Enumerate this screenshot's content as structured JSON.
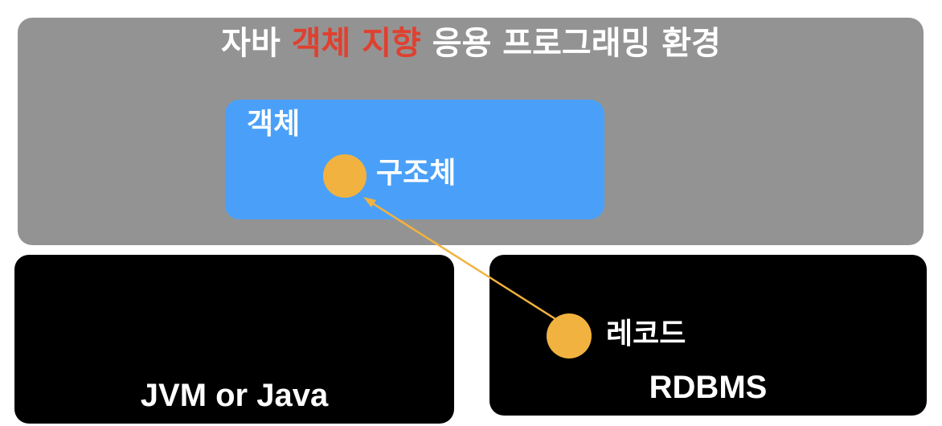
{
  "environment": {
    "title_part1": "자바 ",
    "title_highlight": "객체 지향",
    "title_part2": " 응용 프로그래밍 환경"
  },
  "object": {
    "label": "객체",
    "struct_label": "구조체"
  },
  "jvm": {
    "label": "JVM or Java"
  },
  "database": {
    "label": "RDBMS",
    "record_label": "레코드"
  },
  "colors": {
    "environment_bg": "#939393",
    "object_bg": "#4aa0f8",
    "highlight_text": "#e0402f",
    "dot": "#f2b23f",
    "arrow": "#f2b23f",
    "dark_box": "#000000"
  }
}
